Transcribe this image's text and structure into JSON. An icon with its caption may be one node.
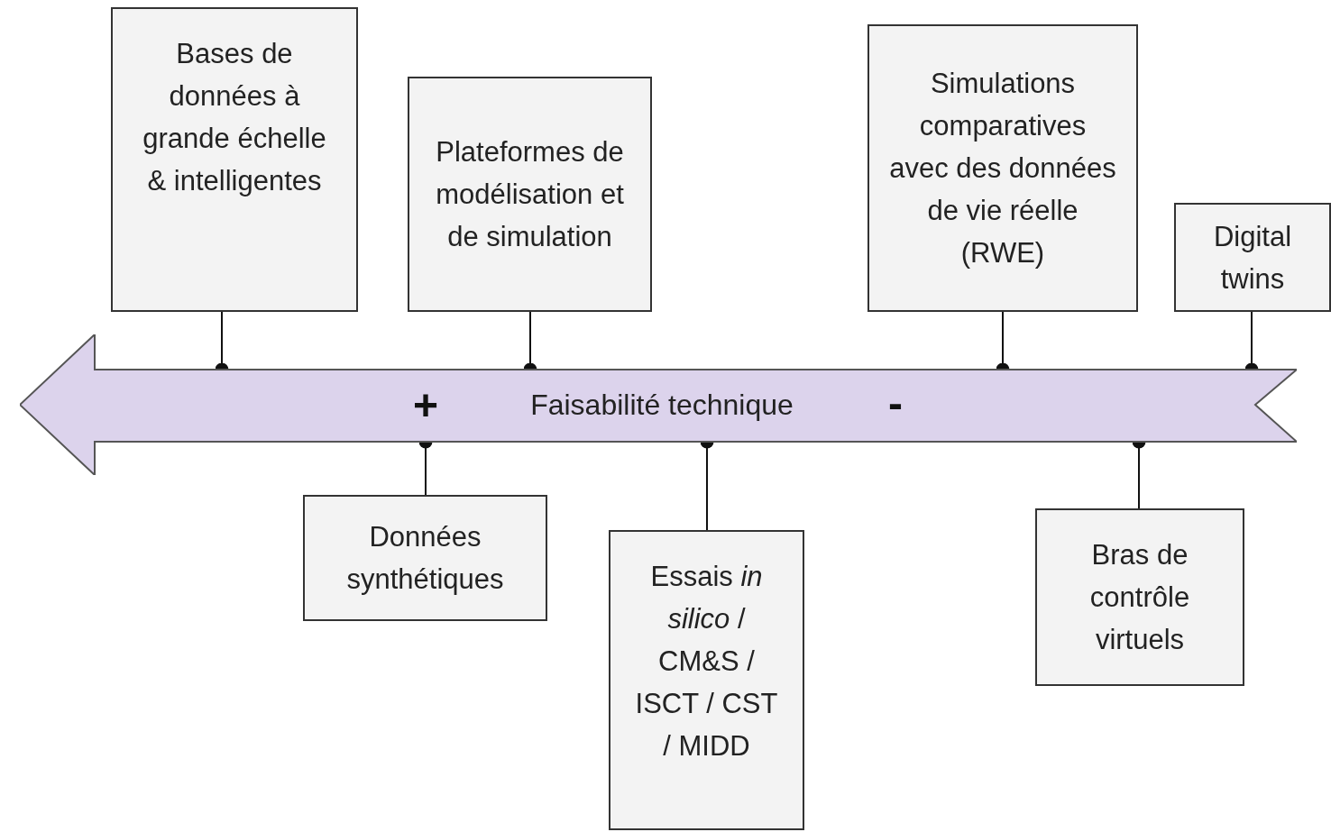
{
  "diagram": {
    "nodes": [
      {
        "text": [
          "Bases de données à grande échelle & intelligentes"
        ]
      },
      {
        "text": [
          "Plateformes de modélisation et de simulation"
        ]
      },
      {
        "text": [
          "Simulations comparatives avec des données de vie réelle (RWE)"
        ]
      },
      {
        "text": [
          "Digital twins"
        ]
      },
      {
        "text": [
          "Faisabilité technique"
        ]
      },
      {
        "text": [
          "Données synthétiques"
        ]
      },
      {
        "text": [
          "Essais *in silico* / CM&S / ISCT / CST / MIDD"
        ]
      },
      {
        "text": [
          "Bras de contrôle virtuels"
        ]
      }
    ],
    "edges": [
      {
        "from": 0,
        "to": 4,
        "arrow": "other"
      },
      {
        "from": 1,
        "to": 4,
        "arrow": "other"
      },
      {
        "from": 2,
        "to": 4,
        "arrow": "other"
      },
      {
        "from": 3,
        "to": 4,
        "arrow": "other"
      },
      {
        "from": 5,
        "to": 4,
        "arrow": "other"
      },
      {
        "from": 6,
        "to": 4,
        "arrow": "other"
      },
      {
        "from": 7,
        "to": 4,
        "arrow": "other"
      }
    ],
    "labels": [
      "+",
      "-"
    ]
  }
}
